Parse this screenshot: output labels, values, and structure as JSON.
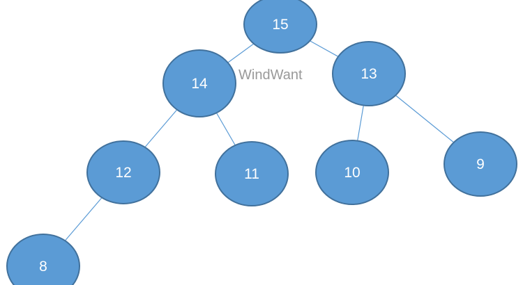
{
  "tree": {
    "nodes": [
      {
        "id": "n15",
        "label": "15"
      },
      {
        "id": "n14",
        "label": "14"
      },
      {
        "id": "n13",
        "label": "13"
      },
      {
        "id": "n12",
        "label": "12"
      },
      {
        "id": "n11",
        "label": "11"
      },
      {
        "id": "n10",
        "label": "10"
      },
      {
        "id": "n9",
        "label": "9"
      },
      {
        "id": "n8",
        "label": "8"
      }
    ],
    "edges": [
      {
        "from": "n15",
        "to": "n14"
      },
      {
        "from": "n15",
        "to": "n13"
      },
      {
        "from": "n14",
        "to": "n12"
      },
      {
        "from": "n14",
        "to": "n11"
      },
      {
        "from": "n13",
        "to": "n10"
      },
      {
        "from": "n13",
        "to": "n9"
      },
      {
        "from": "n12",
        "to": "n8"
      }
    ]
  },
  "watermark": "WindWant",
  "colors": {
    "node_fill": "#5b9bd5",
    "node_stroke": "#41719c",
    "edge": "#5b9bd5",
    "label": "#ffffff",
    "watermark": "#999999"
  }
}
